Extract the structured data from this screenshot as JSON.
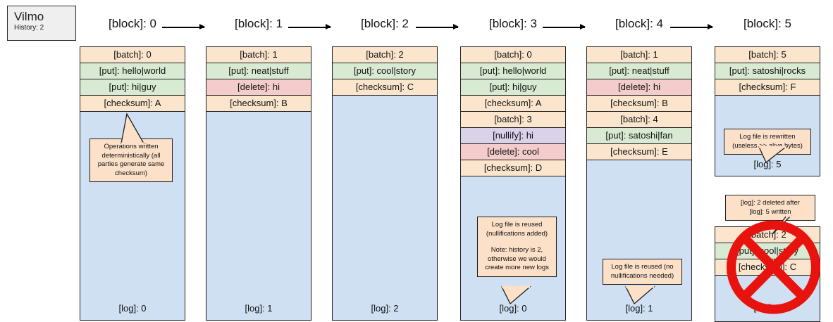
{
  "legend": {
    "title": "Vilmo",
    "history_label": "History: 2"
  },
  "palette": {
    "batch": "#fce5cd",
    "checksum": "#fce5cd",
    "put": "#d9ead3",
    "delete": "#f4cccc",
    "nullify": "#d9d2e9",
    "log_area": "#cfe0f3",
    "callout": "#fce0c8",
    "crossout": "#e8120f",
    "legend_bg": "#efefef",
    "border": "#1f1f1f"
  },
  "blocks": [
    {
      "header": "[block]: 0",
      "rows": [
        {
          "kind": "batch",
          "text": "[batch]: 0"
        },
        {
          "kind": "put",
          "text": "[put]: hello|world"
        },
        {
          "kind": "put",
          "text": "[put]: hi|guy"
        },
        {
          "kind": "checksum",
          "text": "[checksum]: A"
        }
      ],
      "log_label": "[log]: 0",
      "callout": {
        "lines": [
          "Operations written",
          "deterministically (all",
          "parties generate same",
          "checksum)"
        ]
      }
    },
    {
      "header": "[block]: 1",
      "rows": [
        {
          "kind": "batch",
          "text": "[batch]: 1"
        },
        {
          "kind": "put",
          "text": "[put]: neat|stuff"
        },
        {
          "kind": "delete",
          "text": "[delete]: hi"
        },
        {
          "kind": "checksum",
          "text": "[checksum]: B"
        }
      ],
      "log_label": "[log]: 1",
      "callout": null
    },
    {
      "header": "[block]: 2",
      "rows": [
        {
          "kind": "batch",
          "text": "[batch]: 2"
        },
        {
          "kind": "put",
          "text": "[put]: cool|story"
        },
        {
          "kind": "checksum",
          "text": "[checksum]: C"
        }
      ],
      "log_label": "[log]: 2",
      "callout": null
    },
    {
      "header": "[block]: 3",
      "rows": [
        {
          "kind": "batch",
          "text": "[batch]: 0"
        },
        {
          "kind": "put",
          "text": "[put]: hello|world"
        },
        {
          "kind": "put",
          "text": "[put]: hi|guy"
        },
        {
          "kind": "checksum",
          "text": "[checksum]: A"
        },
        {
          "kind": "batch",
          "text": "[batch]: 3"
        },
        {
          "kind": "nullify",
          "text": "[nullify]: hi"
        },
        {
          "kind": "delete",
          "text": "[delete]: cool"
        },
        {
          "kind": "checksum",
          "text": "[checksum]: D"
        }
      ],
      "log_label": "[log]: 0",
      "callout": {
        "lines": [
          "Log file is reused",
          "(nullifications added)",
          "",
          "Note: history is 2,",
          "otherwise we would",
          "create more new logs"
        ]
      }
    },
    {
      "header": "[block]: 4",
      "rows": [
        {
          "kind": "batch",
          "text": "[batch]: 1"
        },
        {
          "kind": "put",
          "text": "[put]: neat|stuff"
        },
        {
          "kind": "delete",
          "text": "[delete]: hi"
        },
        {
          "kind": "checksum",
          "text": "[checksum]: B"
        },
        {
          "kind": "batch",
          "text": "[batch]: 4"
        },
        {
          "kind": "put",
          "text": "[put]: satoshi|fan"
        },
        {
          "kind": "checksum",
          "text": "[checksum]: E"
        }
      ],
      "log_label": "[log]: 1",
      "callout": {
        "lines": [
          "Log file is reused (no",
          "nullifications needed)"
        ]
      }
    },
    {
      "header": "[block]: 5",
      "rows": [
        {
          "kind": "batch",
          "text": "[batch]: 5"
        },
        {
          "kind": "put",
          "text": "[put]: satoshi|rocks"
        },
        {
          "kind": "checksum",
          "text": "[checksum]: F"
        }
      ],
      "log_label": "[log]: 5",
      "callout": {
        "lines": [
          "Log file is rewritten",
          "(useless >> alive bytes)"
        ]
      }
    }
  ],
  "deleted_block": {
    "rows": [
      {
        "kind": "batch",
        "text": "[batch]: 2"
      },
      {
        "kind": "put",
        "text": "[put]: cool|story"
      },
      {
        "kind": "checksum",
        "text": "[checksum]: C"
      }
    ],
    "log_label": "[log]: 2",
    "callout": {
      "lines": [
        "[log]: 2 deleted after",
        "[log]: 5 written"
      ]
    }
  }
}
